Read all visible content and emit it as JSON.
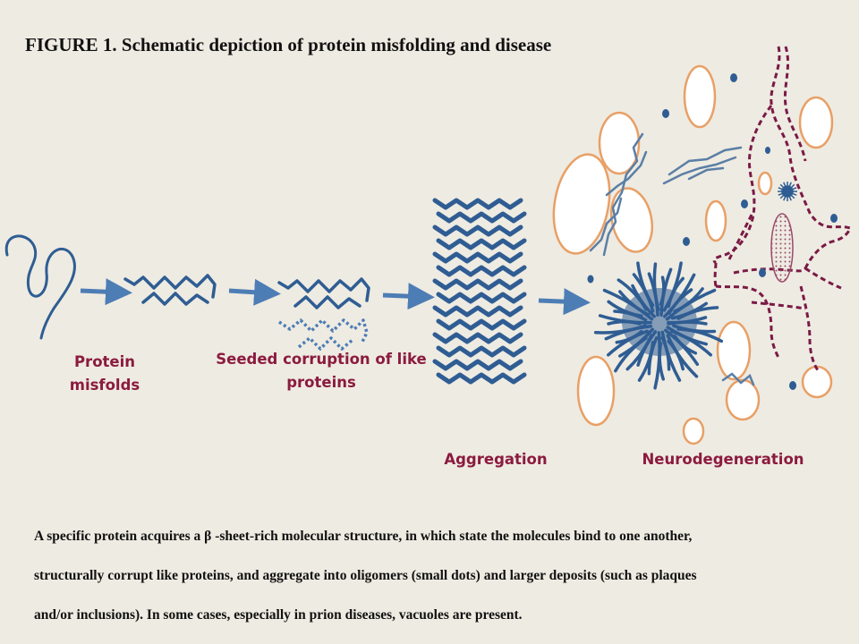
{
  "figure": {
    "title": "FIGURE 1. Schematic depiction of protein misfolding and disease"
  },
  "stages": {
    "misfold": [
      "Protein",
      "misfolds"
    ],
    "seeded": [
      "Seeded corruption  of like",
      "proteins"
    ],
    "aggregation": "Aggregation",
    "neurodegeneration": "Neurodegeneration"
  },
  "caption": {
    "lines": [
      "A specific protein acquires a β -sheet-rich molecular structure, in which state the molecules bind to one another,",
      "structurally corrupt like proteins, and aggregate into oligomers (small dots) and larger deposits (such as plaques",
      "and/or inclusions). In some cases, especially in prion diseases, vacuoles are present."
    ]
  },
  "colors": {
    "background": "#eeebe2",
    "protein": "#2f5d93",
    "arrow": "#4d7db5",
    "stage_label": "#8b1b3f",
    "vacuole_stroke": "#e8a066",
    "neuron_outline": "#7a1a45"
  }
}
